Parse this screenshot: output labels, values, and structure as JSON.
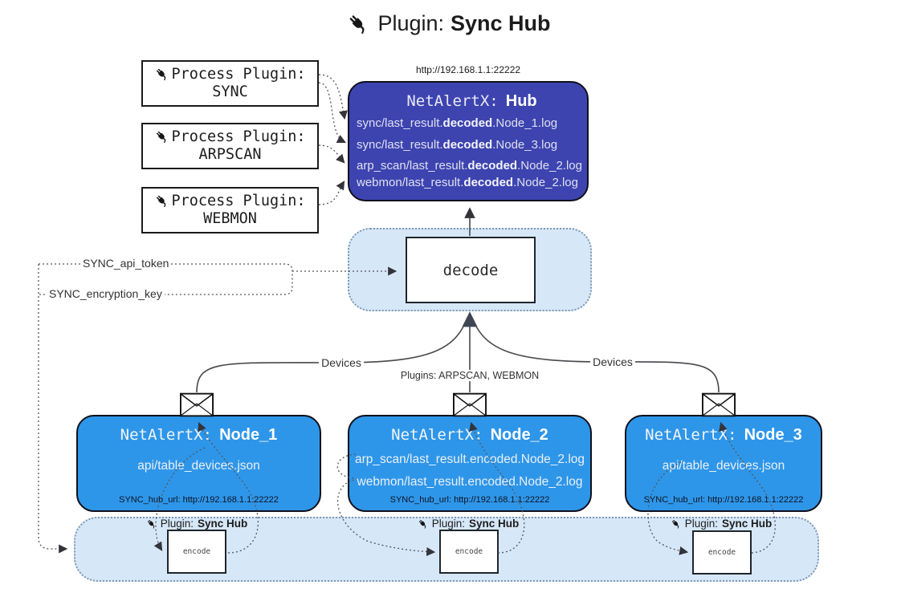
{
  "colors": {
    "hub_bg": "#3d44b0",
    "node_bg": "#2e96e9",
    "panel_bg": "#d6e7f8",
    "panel_border": "#8099b0",
    "line": "#47474d"
  },
  "header": {
    "prefix": "Plugin:",
    "name": "Sync Hub"
  },
  "process_plugins": [
    {
      "label": "Process Plugin:",
      "name": "SYNC"
    },
    {
      "label": "Process Plugin:",
      "name": "ARPSCAN"
    },
    {
      "label": "Process Plugin:",
      "name": "WEBMON"
    }
  ],
  "hub": {
    "url": "http://192.168.1.1:22222",
    "title_prefix": "NetAlertX:",
    "title_name": "Hub",
    "logs": [
      {
        "pre": "sync/last_result.",
        "bold": "decoded",
        "post": ".Node_1.log"
      },
      {
        "pre": "sync/last_result.",
        "bold": "decoded",
        "post": ".Node_3.log"
      },
      {
        "pre": "arp_scan/last_result.",
        "bold": "decoded",
        "post": ".Node_2.log"
      },
      {
        "pre": "webmon/last_result.",
        "bold": "decoded",
        "post": ".Node_2.log"
      }
    ]
  },
  "decode_label": "decode",
  "secrets": {
    "api_token": "SYNC_api_token",
    "encryption_key": "SYNC_encryption_key"
  },
  "edge_labels": {
    "devices_left": "Devices",
    "plugins_center": "Plugins: ARPSCAN, WEBMON",
    "devices_right": "Devices"
  },
  "nodes": [
    {
      "title_prefix": "NetAlertX:",
      "title_name": "Node_1",
      "lines": [
        "api/table_devices.json"
      ],
      "hub_url": "SYNC_hub_url: http://192.168.1.1:22222"
    },
    {
      "title_prefix": "NetAlertX:",
      "title_name": "Node_2",
      "lines": [
        "arp_scan/last_result.encoded.Node_2.log",
        "webmon/last_result.encoded.Node_2.log"
      ],
      "hub_url": "SYNC_hub_url: http://192.168.1.1:22222"
    },
    {
      "title_prefix": "NetAlertX:",
      "title_name": "Node_3",
      "lines": [
        "api/table_devices.json"
      ],
      "hub_url": "SYNC_hub_url: http://192.168.1.1:22222"
    }
  ],
  "encoder": {
    "plugin_prefix": "Plugin:",
    "plugin_name": "Sync Hub",
    "label": "encode"
  }
}
